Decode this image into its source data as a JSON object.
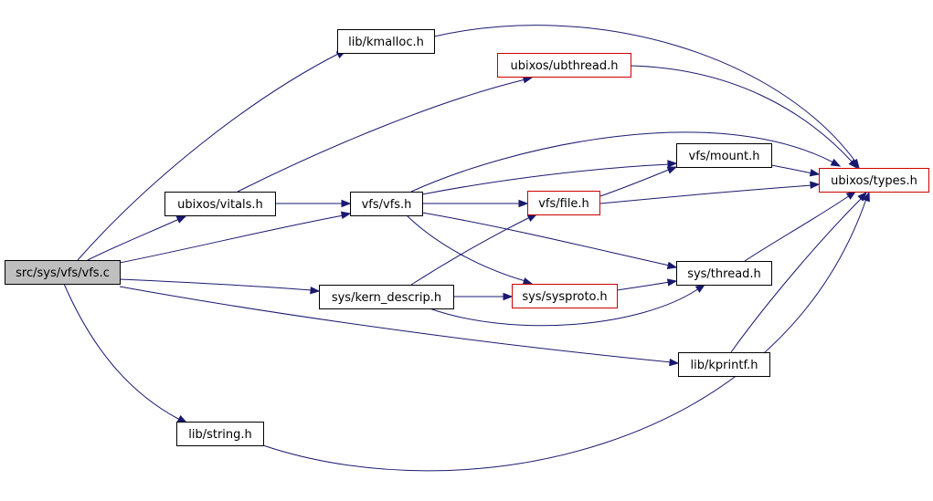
{
  "colors": {
    "edge": "#191970",
    "node_border": "#000000",
    "node_border_incomplete": "#cc0000",
    "start_node_fill": "#bfbfbf",
    "background": "#ffffff"
  },
  "nodes": [
    {
      "id": "vfs_c",
      "label": "src/sys/vfs/vfs.c",
      "style": "start"
    },
    {
      "id": "kmalloc",
      "label": "lib/kmalloc.h",
      "style": "normal"
    },
    {
      "id": "ubthread",
      "label": "ubixos/ubthread.h",
      "style": "incomplete"
    },
    {
      "id": "types",
      "label": "ubixos/types.h",
      "style": "incomplete"
    },
    {
      "id": "vitals",
      "label": "ubixos/vitals.h",
      "style": "normal"
    },
    {
      "id": "vfs_h",
      "label": "vfs/vfs.h",
      "style": "normal"
    },
    {
      "id": "mount",
      "label": "vfs/mount.h",
      "style": "normal"
    },
    {
      "id": "file",
      "label": "vfs/file.h",
      "style": "incomplete"
    },
    {
      "id": "thread",
      "label": "sys/thread.h",
      "style": "normal"
    },
    {
      "id": "kern_descrip",
      "label": "sys/kern_descrip.h",
      "style": "normal"
    },
    {
      "id": "sysproto",
      "label": "sys/sysproto.h",
      "style": "incomplete"
    },
    {
      "id": "kprintf",
      "label": "lib/kprintf.h",
      "style": "normal"
    },
    {
      "id": "string",
      "label": "lib/string.h",
      "style": "normal"
    }
  ],
  "edges": [
    {
      "from": "vfs_c",
      "to": "kmalloc"
    },
    {
      "from": "vfs_c",
      "to": "vitals"
    },
    {
      "from": "vfs_c",
      "to": "vfs_h"
    },
    {
      "from": "vfs_c",
      "to": "kern_descrip"
    },
    {
      "from": "vfs_c",
      "to": "kprintf"
    },
    {
      "from": "vfs_c",
      "to": "string"
    },
    {
      "from": "kmalloc",
      "to": "types"
    },
    {
      "from": "ubthread",
      "to": "types"
    },
    {
      "from": "vitals",
      "to": "ubthread"
    },
    {
      "from": "vitals",
      "to": "vfs_h"
    },
    {
      "from": "vfs_h",
      "to": "types"
    },
    {
      "from": "vfs_h",
      "to": "mount"
    },
    {
      "from": "vfs_h",
      "to": "file"
    },
    {
      "from": "vfs_h",
      "to": "sysproto"
    },
    {
      "from": "vfs_h",
      "to": "thread"
    },
    {
      "from": "mount",
      "to": "types"
    },
    {
      "from": "file",
      "to": "mount"
    },
    {
      "from": "file",
      "to": "types"
    },
    {
      "from": "kern_descrip",
      "to": "file"
    },
    {
      "from": "kern_descrip",
      "to": "sysproto"
    },
    {
      "from": "kern_descrip",
      "to": "thread"
    },
    {
      "from": "sysproto",
      "to": "thread"
    },
    {
      "from": "thread",
      "to": "types"
    },
    {
      "from": "kprintf",
      "to": "types"
    },
    {
      "from": "string",
      "to": "types"
    }
  ]
}
